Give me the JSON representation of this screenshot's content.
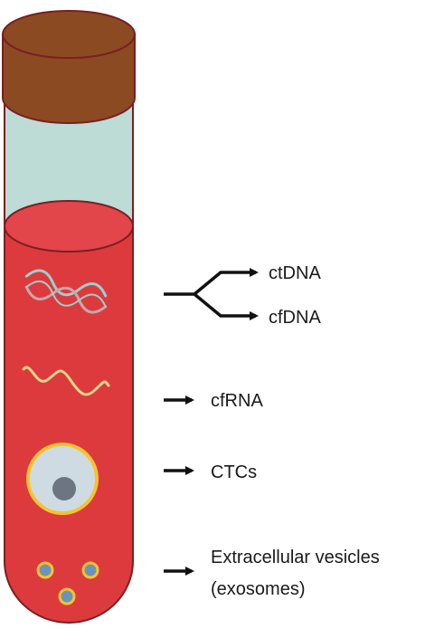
{
  "labels": {
    "ctdna": "ctDNA",
    "cfdna": "cfDNA",
    "cfrna": "cfRNA",
    "ctcs": "CTCs",
    "ev_line1": "Extracellular vesicles",
    "ev_line2": "(exosomes)"
  },
  "colors": {
    "cap": "#8b4a22",
    "tube_glass": "#bddcd6",
    "blood": "#dd3a3d",
    "blood_surface": "#e2454a",
    "outline": "#7a1f22",
    "cell_membrane": "#f4c430",
    "cell_body": "#cfdbe3",
    "nucleus": "#6b7680",
    "dna_strand_a": "#9ad0cf",
    "dna_strand_b": "#c9a7ad",
    "rna_strand": "#e3d48a",
    "arrow": "#111111"
  },
  "icons": {
    "dna": "double-helix-icon",
    "rna": "single-strand-icon",
    "cell": "circulating-tumor-cell-icon",
    "vesicles": "vesicle-icon"
  }
}
